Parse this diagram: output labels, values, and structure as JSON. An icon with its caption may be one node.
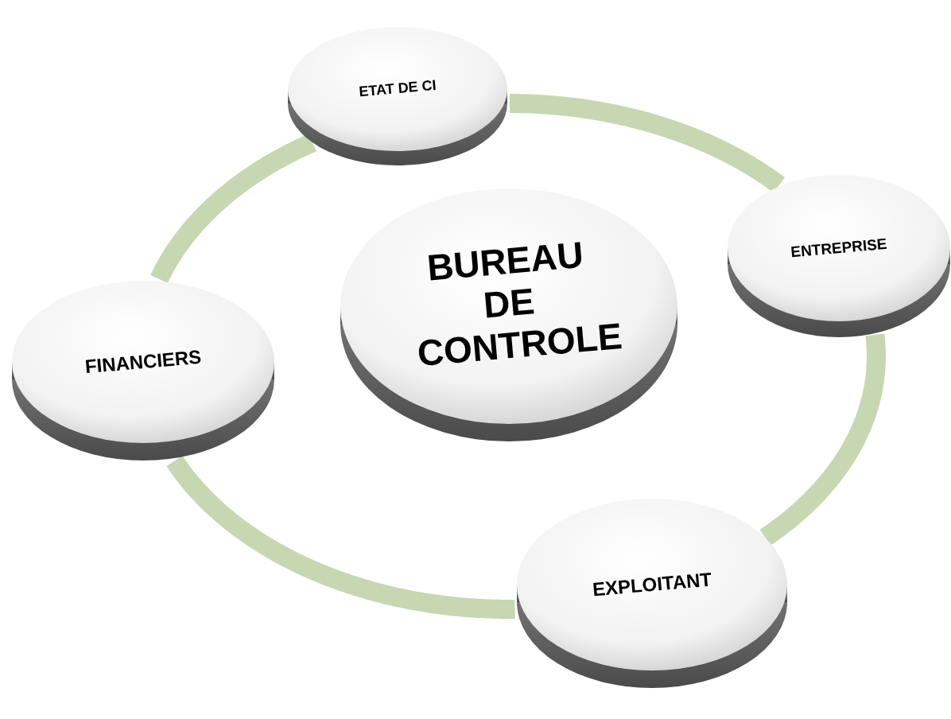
{
  "diagram": {
    "nodes": [
      {
        "text": [
          "BUREAU DE CONTROLE"
        ]
      },
      {
        "text": [
          "ETAT DE CI"
        ]
      },
      {
        "text": [
          "ENTREPRISE"
        ]
      },
      {
        "text": [
          "EXPLOITANT"
        ]
      },
      {
        "text": [
          "FINANCIERS"
        ]
      }
    ],
    "edges": [
      {
        "from": 1,
        "to": 2,
        "arrow": "none"
      },
      {
        "from": 2,
        "to": 3,
        "arrow": "none"
      },
      {
        "from": 3,
        "to": 4,
        "arrow": "none"
      },
      {
        "from": 4,
        "to": 1,
        "arrow": "none"
      }
    ]
  }
}
